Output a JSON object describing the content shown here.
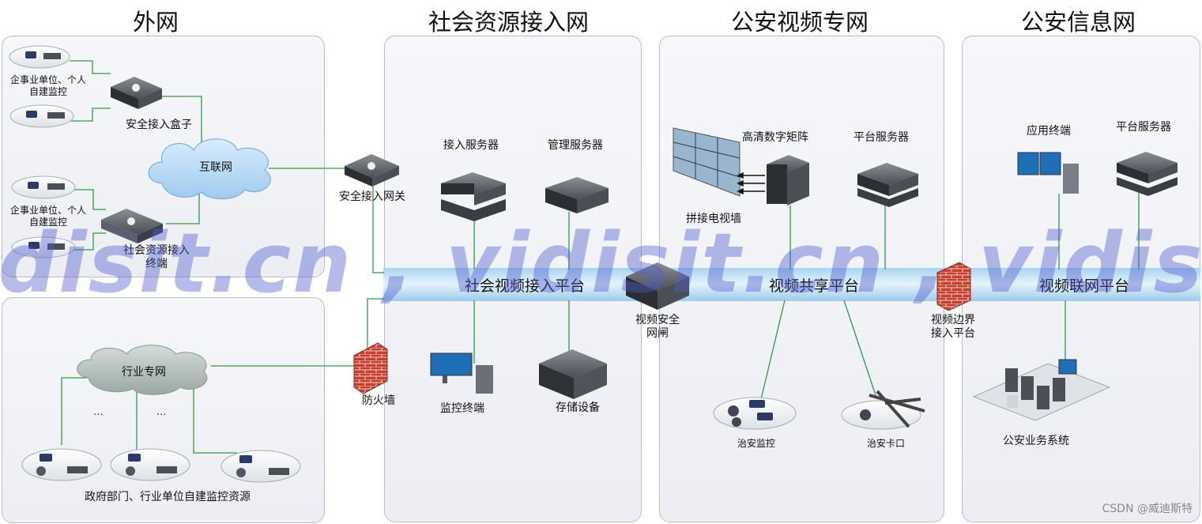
{
  "zones": {
    "external": "外网",
    "social": "社会资源接入网",
    "police_video": "公安视频专网",
    "police_info": "公安信息网"
  },
  "platforms": {
    "social": "社会视频接入平台",
    "share": "视频共享平台",
    "network": "视频联网平台"
  },
  "external": {
    "enterprise_1": "企事业单位、个人\n自建监控",
    "secure_box": "安全接入盒子",
    "internet": "互联网",
    "enterprise_2": "企事业单位、个人\n自建监控",
    "social_terminal": "社会资源接入\n终端",
    "industry_net": "行业专网",
    "gov_monitor": "政府部门、行业单位自建监控资源",
    "ellipsis_1": "···",
    "ellipsis_2": "···"
  },
  "social": {
    "secure_gateway": "安全接入网关",
    "firewall": "防火墙",
    "access_server": "接入服务器",
    "mgmt_server": "管理服务器",
    "monitor_terminal": "监控终端",
    "storage": "存储设备"
  },
  "police_video": {
    "video_gate": "视频安全\n网闸",
    "hd_matrix": "高清数字矩阵",
    "platform_server": "平台服务器",
    "tv_wall": "拼接电视墙",
    "public_monitor": "治安监控",
    "checkpoint": "治安卡口"
  },
  "police_info": {
    "border_platform": "视频边界\n接入平台",
    "app_terminal": "应用终端",
    "platform_server": "平台服务器",
    "business_system": "公安业务系统"
  },
  "watermark": "idisit.cn , vidisit.cn , vidisit.",
  "credit": "CSDN @威迪斯特",
  "colors": {
    "link": "#2e9a4a",
    "bar": "#b8dcf2",
    "cloud_blue": "#bcdcf7",
    "cloud_gray": "#b8c3bf",
    "firewall": "#c0392b",
    "device": "#3c3f44",
    "watermark": "#525ccd"
  }
}
